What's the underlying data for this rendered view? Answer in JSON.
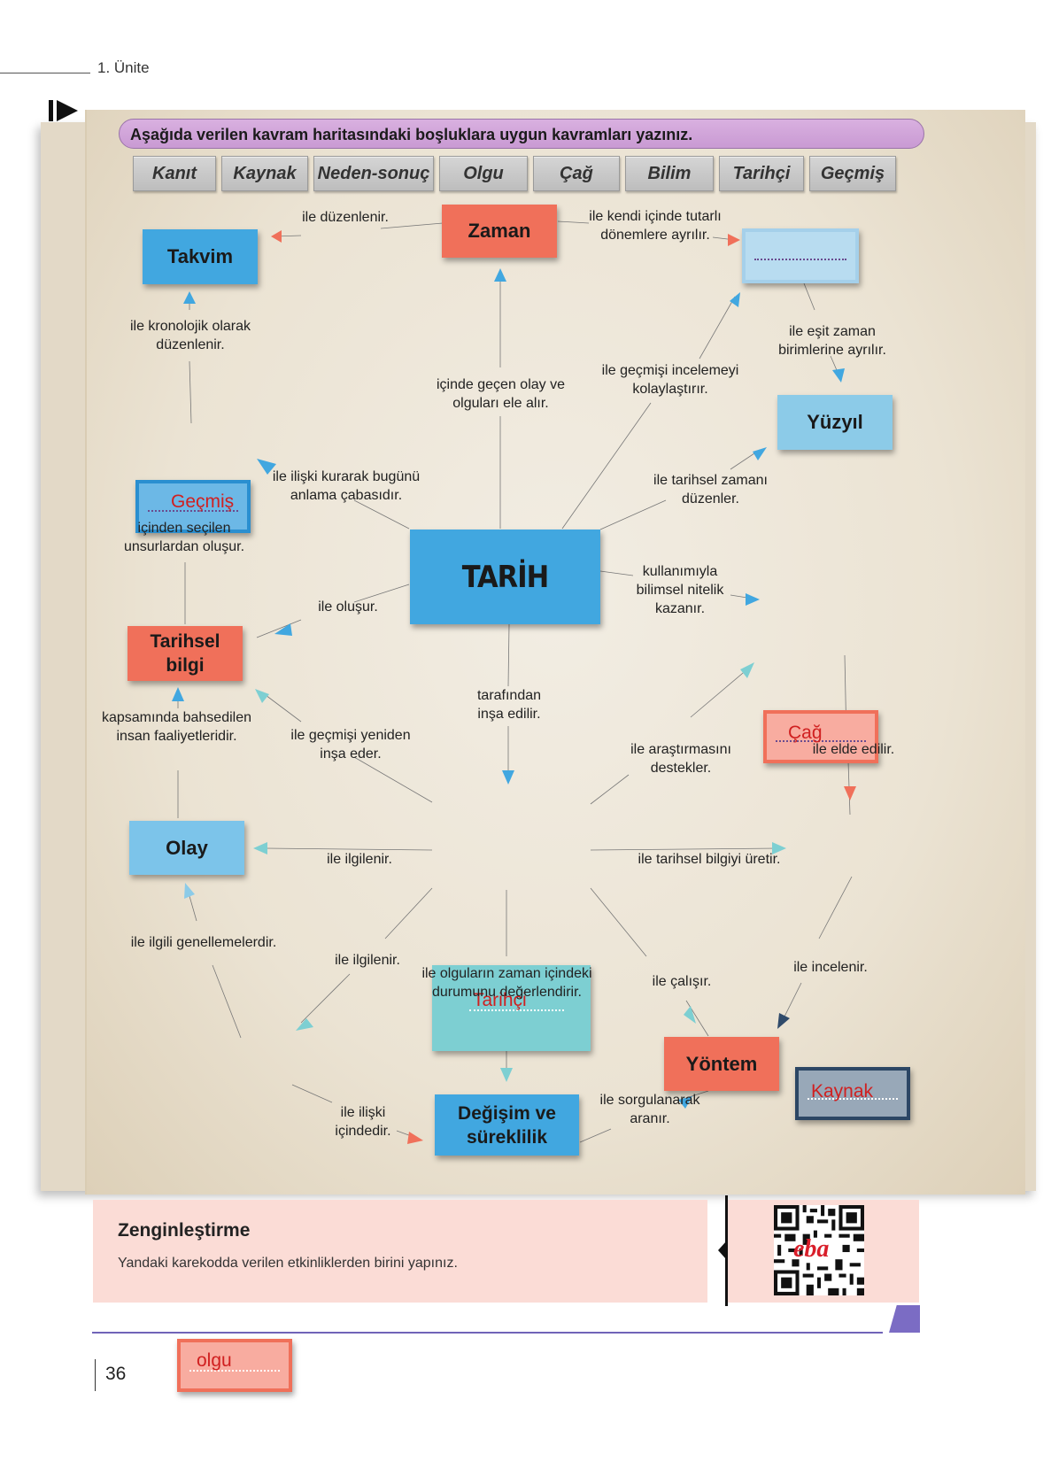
{
  "header": {
    "unit": "1. Ünite"
  },
  "instruction": "Aşağıda verilen kavram haritasındaki boşluklara uygun kavramları yazınız.",
  "word_bank": [
    "Kanıt",
    "Kaynak",
    "Neden-sonuç",
    "Olgu",
    "Çağ",
    "Bilim",
    "Tarihçi",
    "Geçmiş"
  ],
  "boxes": {
    "zaman": "Zaman",
    "takvim": "Takvim",
    "tarih": "TARİH",
    "yuzyil": "Yüzyıl",
    "tarihsel_bilgi": "Tarihsel bilgi",
    "olay": "Olay",
    "yontem": "Yöntem",
    "degisim": "Değişim ve süreklilik"
  },
  "answers": {
    "gecmis": "Geçmiş",
    "cag": "Çağ",
    "tarihci": "Tarihçi",
    "kaynak": "Kaynak",
    "olgu": "olgu",
    "donem": ""
  },
  "labels": {
    "ile_duzenlenir": "ile düzenlenir.",
    "ile_kendi_icinde": "ile kendi içinde tutarlı dönemlere ayrılır.",
    "kronolojik": "ile kronolojik olarak düzenlenir.",
    "esit_zaman": "ile eşit zaman birimlerine ayrılır.",
    "icinde_gecen": "içinde geçen olay ve olguları ele alır.",
    "gecmisi_incelemeyi": "ile geçmişi incelemeyi kolaylaştırır.",
    "iliski_kurarak": "ile ilişki kurarak bugünü anlama çabasıdır.",
    "tarihsel_zamani": "ile tarihsel zamanı düzenler.",
    "icinden_secilen": "içinden seçilen unsurlardan oluşur.",
    "kullanimiyla": "kullanımıyla bilimsel nitelik kazanır.",
    "ile_olusur": "ile oluşur.",
    "tarafindan": "tarafından inşa edilir.",
    "kapsaminda": "kapsamında bahsedilen insan faaliyetleridir.",
    "yeniden_insa": "ile geçmişi yeniden inşa eder.",
    "arastirmasini": "ile araştırmasını destekler.",
    "elde_edilir": "ile elde edilir.",
    "ilgilenir_1": "ile ilgilenir.",
    "tarihsel_bilgiyi": "ile tarihsel bilgiyi üretir.",
    "genellemeler": "ile ilgili genellemelerdir.",
    "ilgilenir_2": "ile ilgilenir.",
    "olgularin_zaman": "ile olguların zaman içindeki durumunu değerlendirir.",
    "calisir": "ile çalışır.",
    "incelenir": "ile incelenir.",
    "iliski_icindedir": "ile ilişki içindedir.",
    "sorgulanarak": "ile sorgulanarak aranır."
  },
  "enrichment": {
    "title": "Zenginleştirme",
    "text": "Yandaki karekodda verilen etkinliklerden birini yapınız.",
    "qr_logo": "eba"
  },
  "page_number": "36",
  "colors": {
    "blue": "#41a7e0",
    "red": "#f0705a",
    "teal": "#7dcfd2",
    "purple": "#7b6cc4",
    "answer_red": "#d02020"
  }
}
